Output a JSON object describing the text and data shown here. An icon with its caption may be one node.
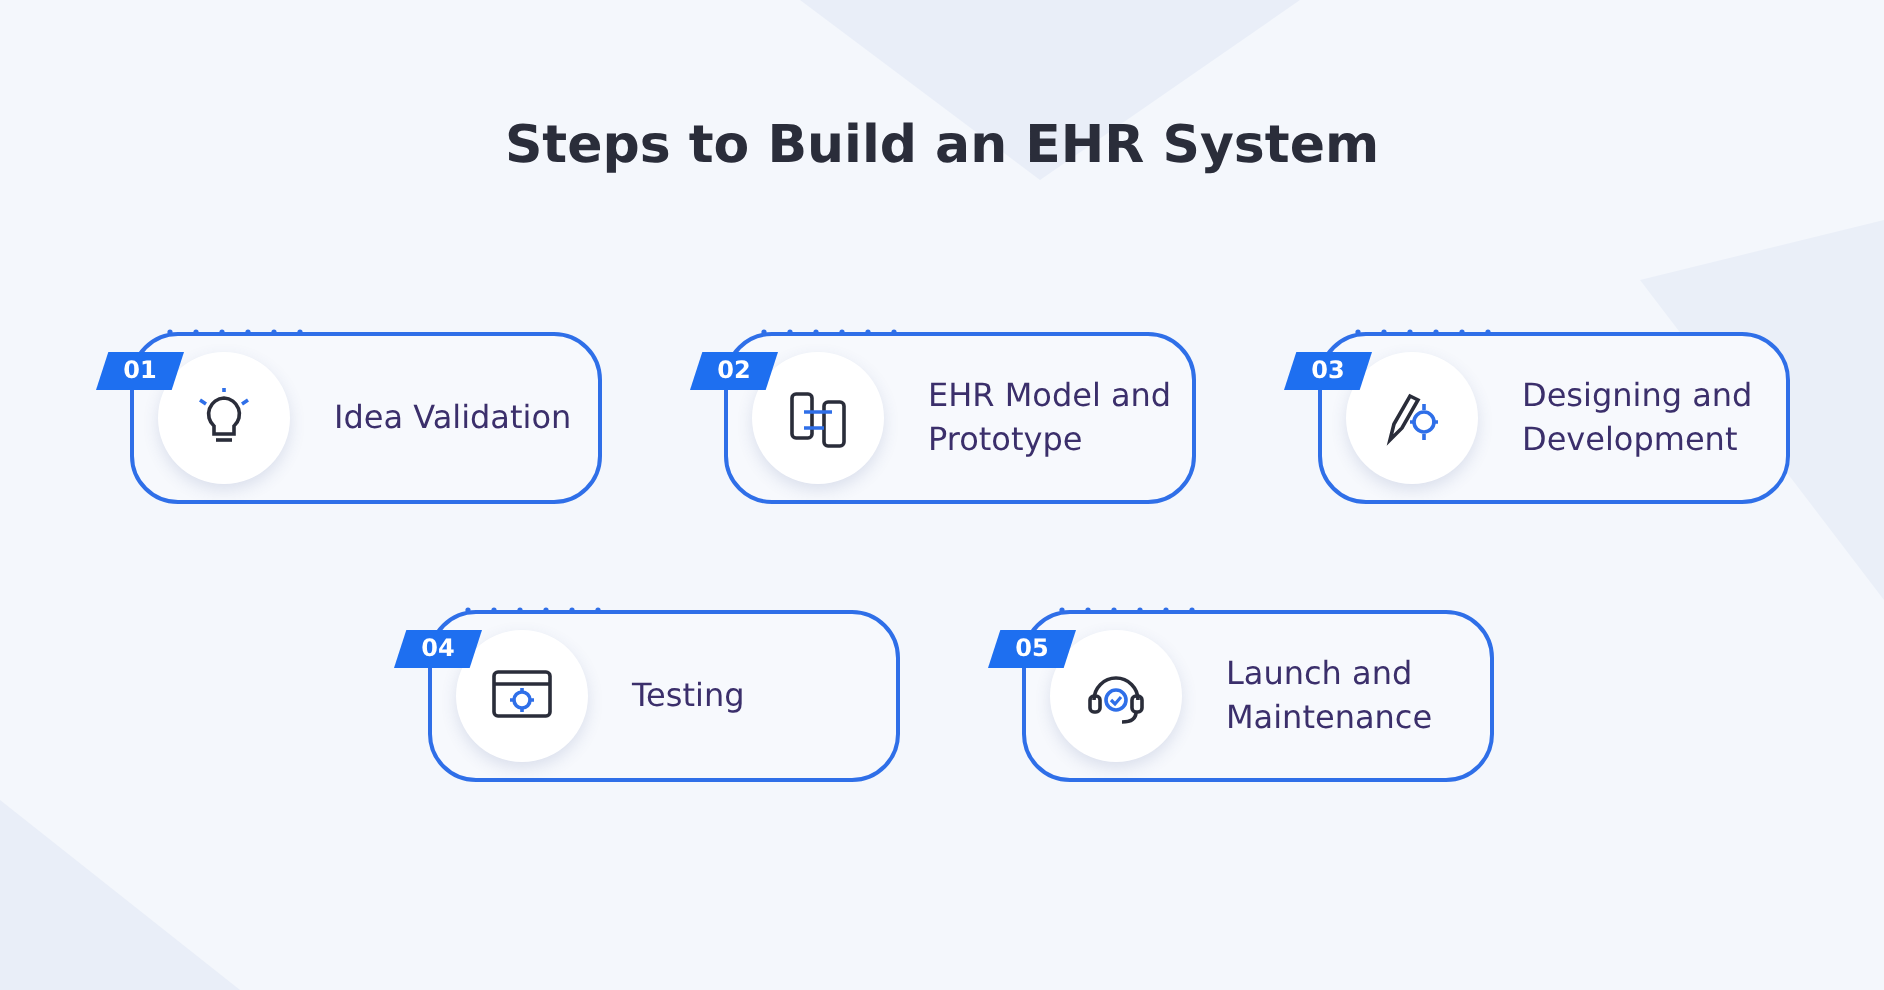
{
  "diagram": {
    "title": "Steps to Build an EHR System",
    "nodes": [
      {
        "text": [
          "01"
        ]
      },
      {
        "text": [
          "Idea Validation"
        ]
      },
      {
        "text": [
          "02"
        ]
      },
      {
        "text": [
          "EHR Model and Prototype"
        ]
      },
      {
        "text": [
          "03"
        ]
      },
      {
        "text": [
          "Designing and Development"
        ]
      },
      {
        "text": [
          "04"
        ]
      },
      {
        "text": [
          "Testing"
        ]
      },
      {
        "text": [
          "05"
        ]
      },
      {
        "text": [
          "Launch and Maintenance"
        ]
      }
    ],
    "edges": []
  }
}
